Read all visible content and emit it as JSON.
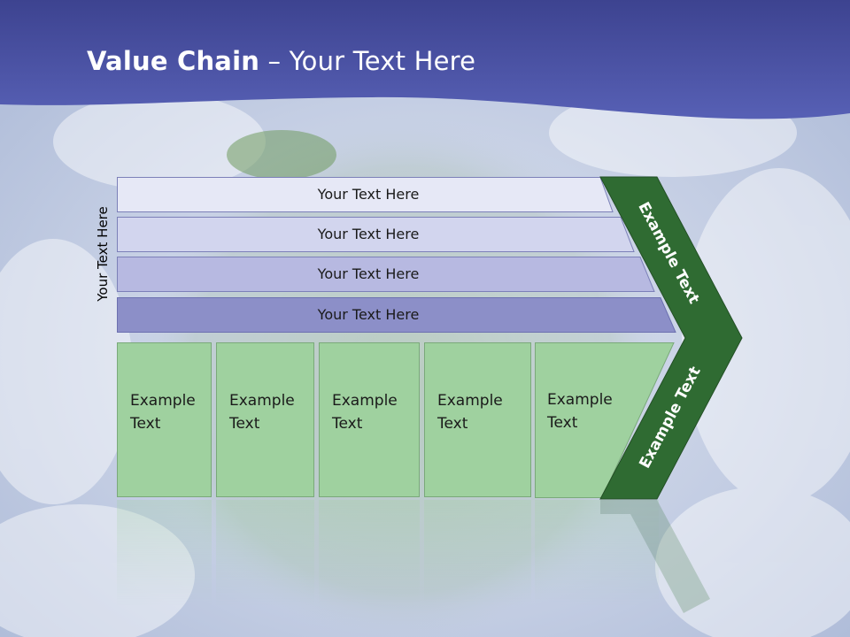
{
  "title": {
    "bold": "Value Chain",
    "rest": " – Your Text Here"
  },
  "side_label": "Your Text Here",
  "rows": [
    {
      "text": "Your Text Here"
    },
    {
      "text": "Your Text Here"
    },
    {
      "text": "Your Text Here"
    },
    {
      "text": "Your Text Here"
    }
  ],
  "boxes": [
    {
      "line1": "Example",
      "line2": "Text"
    },
    {
      "line1": "Example",
      "line2": "Text"
    },
    {
      "line1": "Example",
      "line2": "Text"
    },
    {
      "line1": "Example",
      "line2": "Text"
    },
    {
      "line1": "Example",
      "line2": "Text"
    }
  ],
  "arrow_labels": {
    "upper": "Example Text",
    "lower": "Example Text"
  },
  "colors": {
    "header": "#4a52a8",
    "row1": "#e6e8f6",
    "row2": "#d2d5ee",
    "row3": "#b7b9e1",
    "row4": "#8c8fc8",
    "box_green": "#9fd19f",
    "arrow_green": "#2f6b32"
  }
}
